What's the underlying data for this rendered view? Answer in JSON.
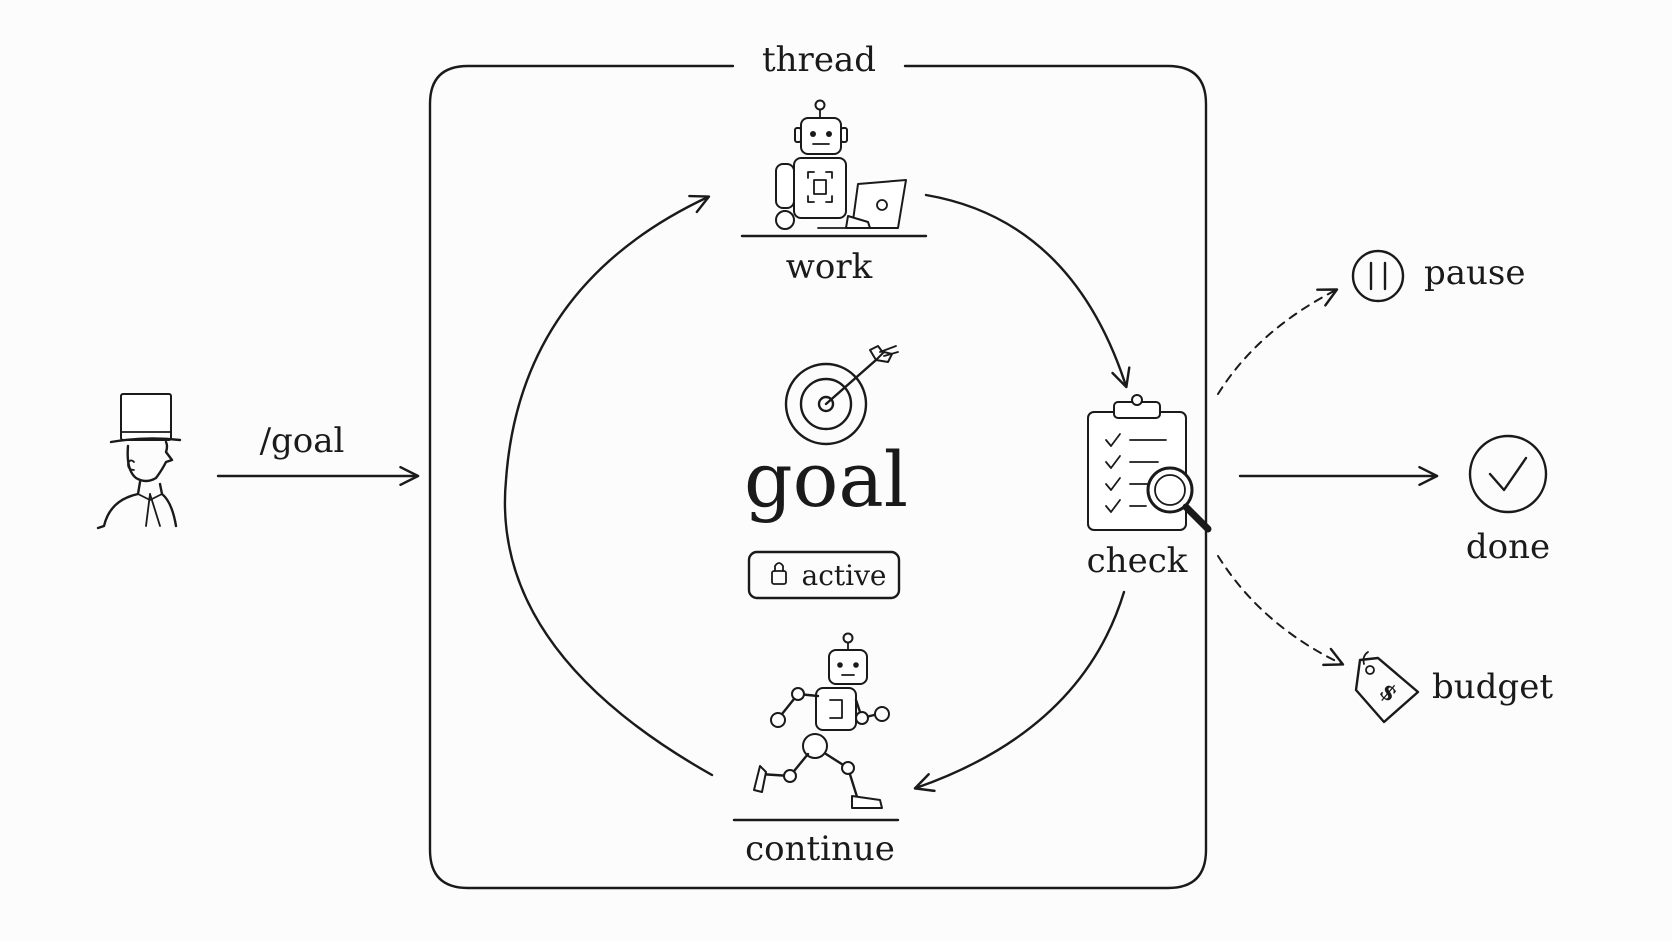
{
  "thread_label": "thread",
  "input_label": "/goal",
  "work_label": "work",
  "goal_label": "goal",
  "status_badge": "active",
  "check_label": "check",
  "continue_label": "continue",
  "pause_label": "pause",
  "done_label": "done",
  "budget_label": "budget",
  "icons": {
    "user": "top-hat-person-icon",
    "work": "robot-laptop-icon",
    "goal": "target-arrow-icon",
    "lock": "lock-icon",
    "check": "clipboard-magnifier-icon",
    "continue": "running-robot-icon",
    "pause": "pause-circle-icon",
    "done": "checkmark-circle-icon",
    "budget": "price-tag-icon"
  },
  "colors": {
    "ink": "#1a1a1a",
    "background": "#fcfcfc"
  }
}
